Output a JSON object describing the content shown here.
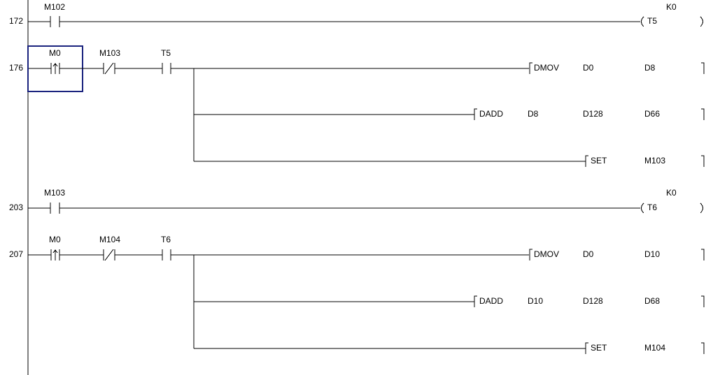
{
  "rungs": [
    {
      "step": "172",
      "contacts": [
        {
          "device": "M102",
          "type": "no"
        }
      ],
      "coil": {
        "device": "T5",
        "setting": "K0"
      }
    },
    {
      "step": "176",
      "contacts": [
        {
          "device": "M0",
          "type": "rising"
        },
        {
          "device": "M103",
          "type": "nc"
        },
        {
          "device": "T5",
          "type": "no"
        }
      ],
      "instructions": [
        {
          "op": "DMOV",
          "args": [
            "D0",
            "D8"
          ]
        },
        {
          "op": "DADD",
          "args": [
            "D8",
            "D128",
            "D66"
          ]
        },
        {
          "op": "SET",
          "args": [
            "M103"
          ]
        }
      ]
    },
    {
      "step": "203",
      "contacts": [
        {
          "device": "M103",
          "type": "no"
        }
      ],
      "coil": {
        "device": "T6",
        "setting": "K0"
      }
    },
    {
      "step": "207",
      "contacts": [
        {
          "device": "M0",
          "type": "rising"
        },
        {
          "device": "M104",
          "type": "nc"
        },
        {
          "device": "T6",
          "type": "no"
        }
      ],
      "instructions": [
        {
          "op": "DMOV",
          "args": [
            "D0",
            "D10"
          ]
        },
        {
          "op": "DADD",
          "args": [
            "D10",
            "D128",
            "D68"
          ]
        },
        {
          "op": "SET",
          "args": [
            "M104"
          ]
        }
      ]
    }
  ],
  "cursor": {
    "color": "#1a237e"
  }
}
